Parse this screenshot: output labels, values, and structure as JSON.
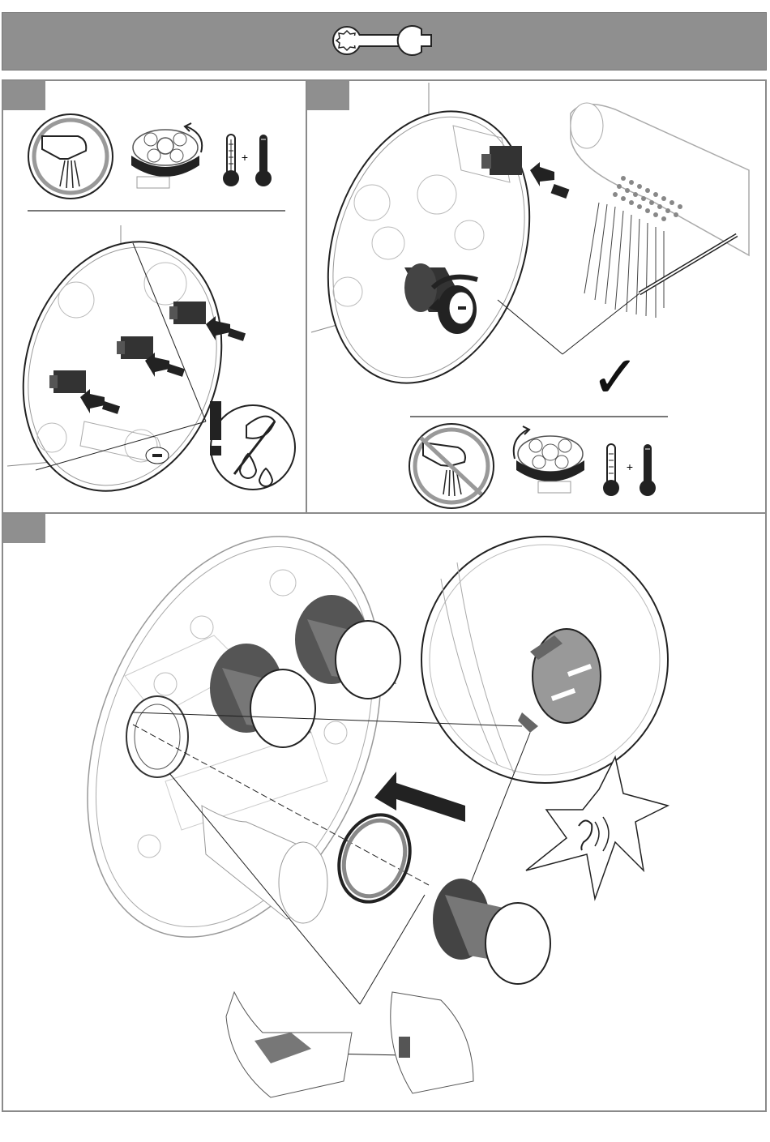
{
  "header": {
    "icon": "wrench-icon",
    "background_color": "#8f8f8f"
  },
  "steps": [
    {
      "id": 1,
      "icons": [
        "faucet-flowing-icon",
        "turn-clockwise-icon",
        "thermometer-cold-icon",
        "thermometer-hot-icon"
      ],
      "plus_label": "+",
      "warning": "no-grease-icon"
    },
    {
      "id": 2,
      "icons": [
        "faucet-stopped-icon",
        "turn-counterclockwise-icon",
        "thermometer-cold-icon",
        "thermometer-hot-icon"
      ],
      "plus_label": "+",
      "result": "✓"
    },
    {
      "id": 3,
      "icons": [
        "push-arrow-icon",
        "click-sound-icon",
        "o-ring-icon"
      ]
    }
  ]
}
